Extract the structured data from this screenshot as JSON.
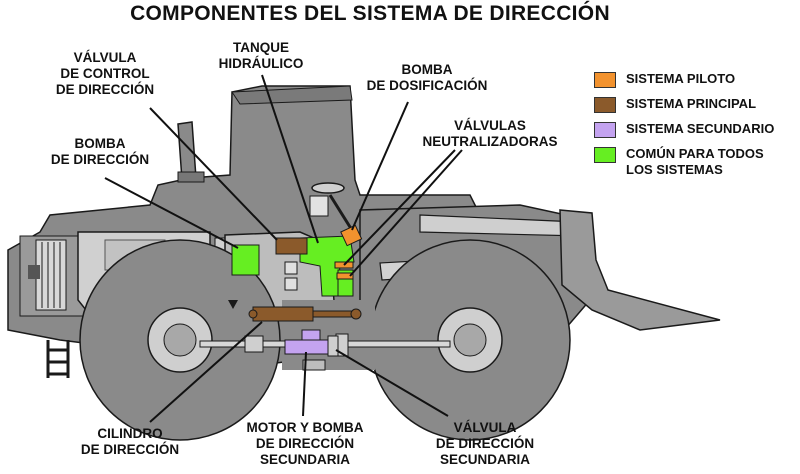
{
  "title": "COMPONENTES DEL SISTEMA DE DIRECCIÓN",
  "labels": {
    "valvula_control": [
      "VÁLVULA",
      "DE CONTROL",
      "DE DIRECCIÓN"
    ],
    "tanque": [
      "TANQUE",
      "HIDRÁULICO"
    ],
    "bomba_dosificacion": [
      "BOMBA",
      "DE DOSIFICACIÓN"
    ],
    "valvulas_neutralizadoras": [
      "VÁLVULAS",
      "NEUTRALIZADORAS"
    ],
    "bomba_direccion": [
      "BOMBA",
      "DE DIRECCIÓN"
    ],
    "cilindro": [
      "CILINDRO",
      "DE DIRECCIÓN"
    ],
    "motor_bomba": [
      "MOTOR Y BOMBA",
      "DE DIRECCIÓN",
      "SECUNDARIA"
    ],
    "valvula_secundaria": [
      "VÁLVULA",
      "DE DIRECCIÓN",
      "SECUNDARIA"
    ]
  },
  "legend": [
    {
      "label": "SISTEMA PILOTO",
      "color": "#f2922e"
    },
    {
      "label": "SISTEMA PRINCIPAL",
      "color": "#8b5a2b"
    },
    {
      "label": "SISTEMA SECUNDARIO",
      "color": "#c4a3f0"
    },
    {
      "label": "COMÚN PARA TODOS LOS SISTEMAS",
      "label_lines": [
        "COMÚN PARA TODOS",
        "LOS SISTEMAS"
      ],
      "color": "#66ee22"
    }
  ],
  "colors": {
    "body": "#8a8a8a",
    "body_dark": "#5e5e5e",
    "light_part": "#cfcfcf",
    "outline": "#1a1a1a"
  }
}
